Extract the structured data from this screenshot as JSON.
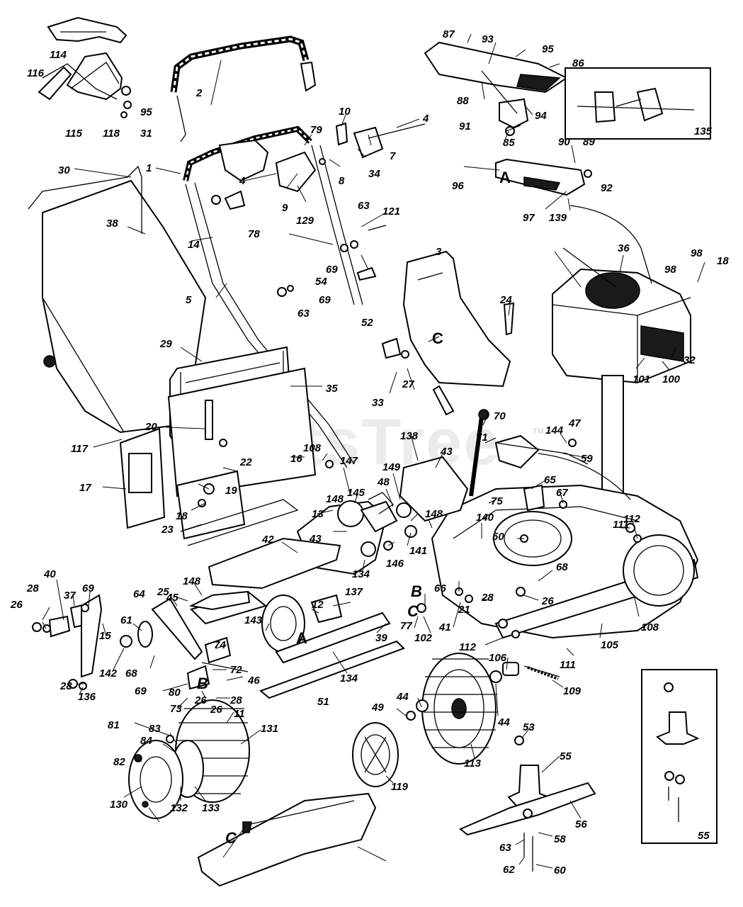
{
  "watermark": "PartsTree",
  "watermark_tm": "TM",
  "inset_labels": {
    "top_right": "135",
    "bottom_right": "55"
  },
  "letters": [
    {
      "id": "A1",
      "text": "A"
    },
    {
      "id": "A2",
      "text": "A"
    },
    {
      "id": "C1",
      "text": "C"
    },
    {
      "id": "C2",
      "text": "C"
    },
    {
      "id": "C3",
      "text": "C"
    },
    {
      "id": "B1",
      "text": "B"
    },
    {
      "id": "B2",
      "text": "B"
    }
  ],
  "callouts": [
    "114",
    "116",
    "95",
    "115",
    "118",
    "31",
    "2",
    "87",
    "93",
    "95",
    "86",
    "88",
    "94",
    "91",
    "85",
    "10",
    "4",
    "79",
    "7",
    "34",
    "8",
    "4",
    "9",
    "129",
    "30",
    "1",
    "38",
    "14",
    "5",
    "63",
    "121",
    "78",
    "69",
    "54",
    "69",
    "63",
    "52",
    "3",
    "96",
    "90",
    "89",
    "92",
    "97",
    "139",
    "36",
    "98",
    "98",
    "18",
    "24",
    "32",
    "101",
    "100",
    "29",
    "35",
    "33",
    "27",
    "20",
    "22",
    "16",
    "108",
    "117",
    "17",
    "19",
    "18",
    "23",
    "70",
    "71",
    "138",
    "43",
    "144",
    "47",
    "59",
    "65",
    "147",
    "149",
    "48",
    "67",
    "75",
    "13",
    "148",
    "145",
    "43",
    "140",
    "148",
    "141",
    "42",
    "146",
    "134",
    "50",
    "111",
    "112",
    "66",
    "68",
    "28",
    "26",
    "21",
    "41",
    "108",
    "40",
    "37",
    "69",
    "28",
    "26",
    "15",
    "45",
    "148",
    "25",
    "64",
    "61",
    "142",
    "68",
    "143",
    "74",
    "72",
    "46",
    "12",
    "137",
    "134",
    "39",
    "51",
    "102",
    "77",
    "112",
    "105",
    "111",
    "106",
    "109",
    "44",
    "49",
    "44",
    "113",
    "119",
    "53",
    "55",
    "56",
    "58",
    "63",
    "62",
    "60",
    "26",
    "28",
    "69",
    "73",
    "26",
    "28",
    "136",
    "80",
    "81",
    "83",
    "84",
    "82",
    "11",
    "131",
    "130",
    "132",
    "133"
  ]
}
